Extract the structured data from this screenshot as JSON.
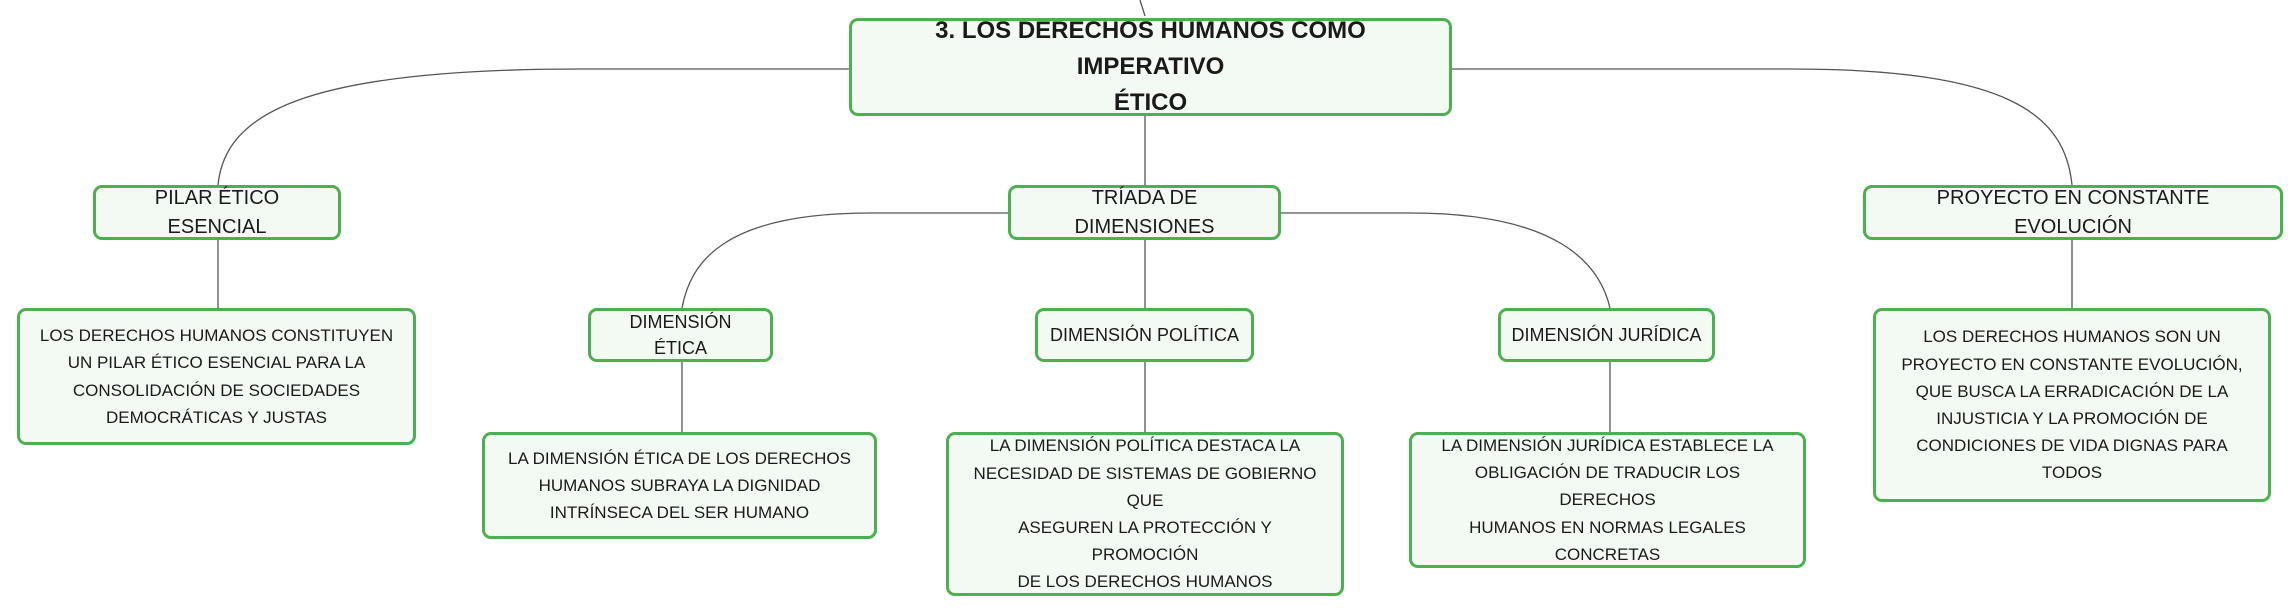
{
  "map": {
    "root": {
      "line1": "3. LOS DERECHOS HUMANOS COMO IMPERATIVO",
      "line2": "ÉTICO"
    },
    "pilar": {
      "title": "PILAR ÉTICO ESENCIAL",
      "detail": [
        "LOS DERECHOS HUMANOS CONSTITUYEN",
        "UN PILAR ÉTICO ESENCIAL PARA LA",
        "CONSOLIDACIÓN DE SOCIEDADES",
        "DEMOCRÁTICAS Y JUSTAS"
      ]
    },
    "triada": {
      "title": "TRÍADA DE DIMENSIONES",
      "etica": {
        "title": "DIMENSIÓN ÉTICA",
        "detail": [
          "LA DIMENSIÓN ÉTICA DE LOS DERECHOS",
          "HUMANOS SUBRAYA LA DIGNIDAD",
          "INTRÍNSECA DEL SER HUMANO"
        ]
      },
      "politica": {
        "title": "DIMENSIÓN POLÍTICA",
        "detail": [
          "LA DIMENSIÓN POLÍTICA DESTACA LA",
          "NECESIDAD DE SISTEMAS DE GOBIERNO QUE",
          "ASEGUREN LA PROTECCIÓN Y PROMOCIÓN",
          "DE LOS DERECHOS HUMANOS"
        ]
      },
      "juridica": {
        "title": "DIMENSIÓN JURÍDICA",
        "detail": [
          "LA DIMENSIÓN JURÍDICA ESTABLECE LA",
          "OBLIGACIÓN DE TRADUCIR LOS DERECHOS",
          "HUMANOS EN NORMAS LEGALES CONCRETAS"
        ]
      }
    },
    "proyecto": {
      "title": "PROYECTO EN CONSTANTE EVOLUCIÓN",
      "detail": [
        "LOS DERECHOS HUMANOS SON UN",
        "PROYECTO EN CONSTANTE EVOLUCIÓN,",
        "QUE BUSCA LA ERRADICACIÓN DE LA",
        "INJUSTICIA Y LA PROMOCIÓN DE",
        "CONDICIONES DE VIDA DIGNAS PARA TODOS"
      ]
    }
  },
  "colors": {
    "border": "#4caf50",
    "fill": "#f3faf3",
    "line": "#555555"
  }
}
